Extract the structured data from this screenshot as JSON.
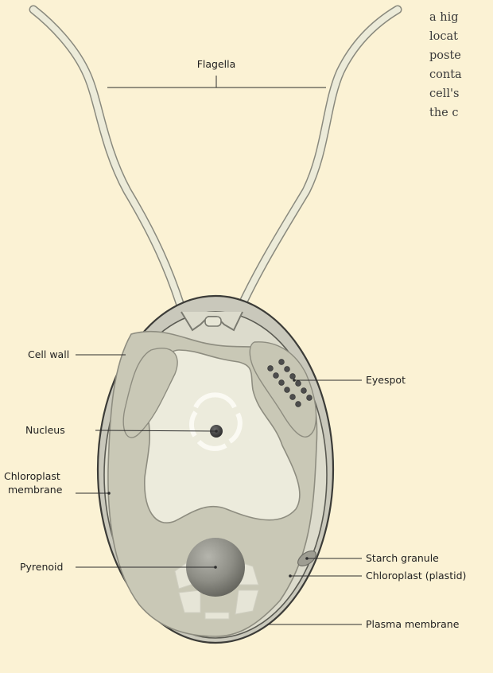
{
  "labels": {
    "flagella": "Flagella",
    "cell_wall": "Cell wall",
    "eyespot": "Eyespot",
    "nucleus": "Nucleus",
    "chloroplast_membrane_1": "Chloroplast",
    "chloroplast_membrane_2": "membrane",
    "starch_granule": "Starch granule",
    "pyrenoid": "Pyrenoid",
    "chloroplast": "Chloroplast (plastid)",
    "plasma_membrane": "Plasma membrane"
  },
  "side_text": [
    "a hig",
    "locat",
    "poste",
    "conta",
    "cell's",
    "the c"
  ],
  "colors": {
    "background": "#fbf2d4",
    "cell_wall": "#c9c8bb",
    "cytoplasm": "#dcdbcc",
    "chloroplast_membrane": "#ecebdc",
    "chloroplast": "#c9c8b6",
    "nucleus": "#373737",
    "eyespot": "#4d4d4d"
  }
}
